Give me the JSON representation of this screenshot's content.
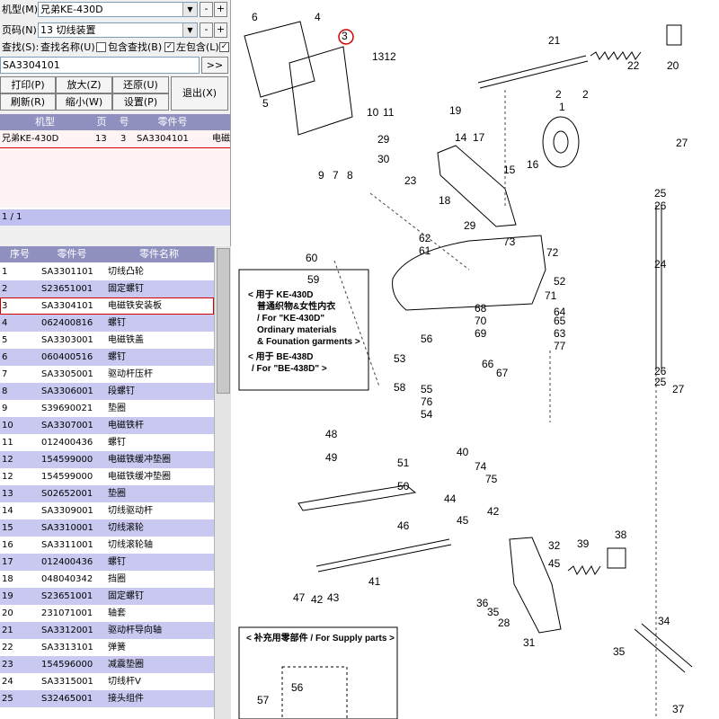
{
  "controls": {
    "model_label": "机型(M)",
    "model_value": "兄弟KE-430D",
    "page_label": "页码(N)",
    "page_value": "13 切线装置",
    "minus": "-",
    "plus": "+",
    "search_label": "查找(S):",
    "search_name_label": "查找名称(U)",
    "include_label": "包含查找(B)",
    "left_include_label": "左包含(L)",
    "search_input": "SA3304101",
    "go_button": ">>",
    "print_button": "打印(P)",
    "zoom_in_button": "放大(Z)",
    "restore_button": "还原(U)",
    "refresh_button": "刷新(R)",
    "zoom_out_button": "缩小(W)",
    "settings_button": "设置(P)",
    "exit_button": "退出(X)"
  },
  "result_table": {
    "headers": [
      "机型",
      "页",
      "号",
      "零件号",
      ""
    ],
    "rows": [
      {
        "model": "兄弟KE-430D",
        "page": "13",
        "no": "3",
        "part": "SA3304101",
        "extra": "电磁"
      }
    ],
    "pager": "1 / 1"
  },
  "parts_table": {
    "headers": [
      "序号",
      "零件号",
      "零件名称"
    ],
    "rows": [
      {
        "no": "1",
        "part": "SA3301101",
        "name": "切线凸轮"
      },
      {
        "no": "2",
        "part": "S23651001",
        "name": "固定螺钉"
      },
      {
        "no": "3",
        "part": "SA3304101",
        "name": "电磁铁安装板"
      },
      {
        "no": "4",
        "part": "062400816",
        "name": "螺钉"
      },
      {
        "no": "5",
        "part": "SA3303001",
        "name": "电磁铁盖"
      },
      {
        "no": "6",
        "part": "060400516",
        "name": "螺钉"
      },
      {
        "no": "7",
        "part": "SA3305001",
        "name": "驱动杆压杆"
      },
      {
        "no": "8",
        "part": "SA3306001",
        "name": "段螺钉"
      },
      {
        "no": "9",
        "part": "S39690021",
        "name": "垫圈"
      },
      {
        "no": "10",
        "part": "SA3307001",
        "name": "电磁铁杆"
      },
      {
        "no": "11",
        "part": "012400436",
        "name": "螺钉"
      },
      {
        "no": "12",
        "part": "154599000",
        "name": "电磁铁缓冲垫圈"
      },
      {
        "no": "12",
        "part": "154599000",
        "name": "电磁铁缓冲垫圈"
      },
      {
        "no": "13",
        "part": "S02652001",
        "name": "垫圈"
      },
      {
        "no": "14",
        "part": "SA3309001",
        "name": "切线驱动杆"
      },
      {
        "no": "15",
        "part": "SA3310001",
        "name": "切线滚轮"
      },
      {
        "no": "16",
        "part": "SA3311001",
        "name": "切线滚轮轴"
      },
      {
        "no": "17",
        "part": "012400436",
        "name": "螺钉"
      },
      {
        "no": "18",
        "part": "048040342",
        "name": "挡圈"
      },
      {
        "no": "19",
        "part": "S23651001",
        "name": "固定螺钉"
      },
      {
        "no": "20",
        "part": "231071001",
        "name": "轴套"
      },
      {
        "no": "21",
        "part": "SA3312001",
        "name": "驱动杆导向轴"
      },
      {
        "no": "22",
        "part": "SA3313101",
        "name": "弹簧"
      },
      {
        "no": "23",
        "part": "154596000",
        "name": "减震垫圈"
      },
      {
        "no": "24",
        "part": "SA3315001",
        "name": "切线杆V"
      },
      {
        "no": "25",
        "part": "S32465001",
        "name": "接头组件"
      }
    ]
  },
  "diagram": {
    "callouts": [
      "6",
      "4",
      "3",
      "5",
      "1312",
      "10",
      "11",
      "21",
      "22",
      "20",
      "2",
      "1",
      "2",
      "19",
      "14",
      "17",
      "9",
      "7",
      "8",
      "29",
      "30",
      "23",
      "15",
      "16",
      "18",
      "27",
      "25",
      "26",
      "29",
      "62",
      "73",
      "72",
      "61",
      "60",
      "59",
      "52",
      "24",
      "71",
      "68",
      "64",
      "70",
      "65",
      "69",
      "63",
      "56",
      "53",
      "66",
      "67",
      "77",
      "58",
      "55",
      "76",
      "54",
      "26",
      "25",
      "27",
      "48",
      "49",
      "51",
      "50",
      "40",
      "74",
      "75",
      "44",
      "45",
      "42",
      "46",
      "39",
      "38",
      "32",
      "45",
      "41",
      "36",
      "47",
      "42",
      "43",
      "35",
      "28",
      "31",
      "34",
      "35",
      "37",
      "57",
      "56"
    ],
    "note1": [
      "< 用于 KE-430D",
      "普通织物&女性内衣",
      "/ For \"KE-430D\"",
      "Ordinary materials",
      "& Founation garments >",
      "",
      "< 用于 BE-438D",
      "/ For \"BE-438D\" >"
    ],
    "supply_note": "< 补充用零部件 / For Supply parts >"
  }
}
